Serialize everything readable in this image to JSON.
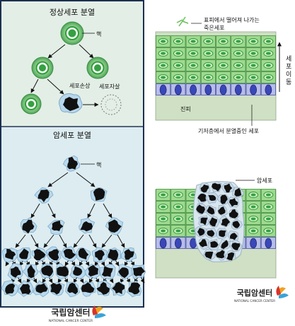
{
  "left_panel": {
    "normal": {
      "title": "정상세포 분열",
      "label_nucleus": "핵",
      "label_damage": "세포손상",
      "label_death": "세포자살"
    },
    "cancer": {
      "title": "암세포 분열",
      "label_nucleus": "핵"
    }
  },
  "right_panel": {
    "top": {
      "label_shed_line1": "표피에서 떨어져 나가는",
      "label_shed_line2": "죽은세포",
      "label_move": "세포이동",
      "label_dermis": "진피",
      "label_basal": "기저층에서 분열중인 세포"
    },
    "bottom": {
      "label_cancer": "암세포"
    }
  },
  "logo": {
    "name_ko": "국립암센터",
    "name_en": "NATIONAL CANCER CENTER"
  },
  "colors": {
    "frame": "#1b2f4f",
    "normal_bg": "#e3eee6",
    "cancer_bg": "#dcecf0",
    "cell_green": "#7cc67a",
    "nucleus_green": "#2f9e3a",
    "basal_blue": "#3a47b8",
    "dermis": "#cfe0c4"
  }
}
